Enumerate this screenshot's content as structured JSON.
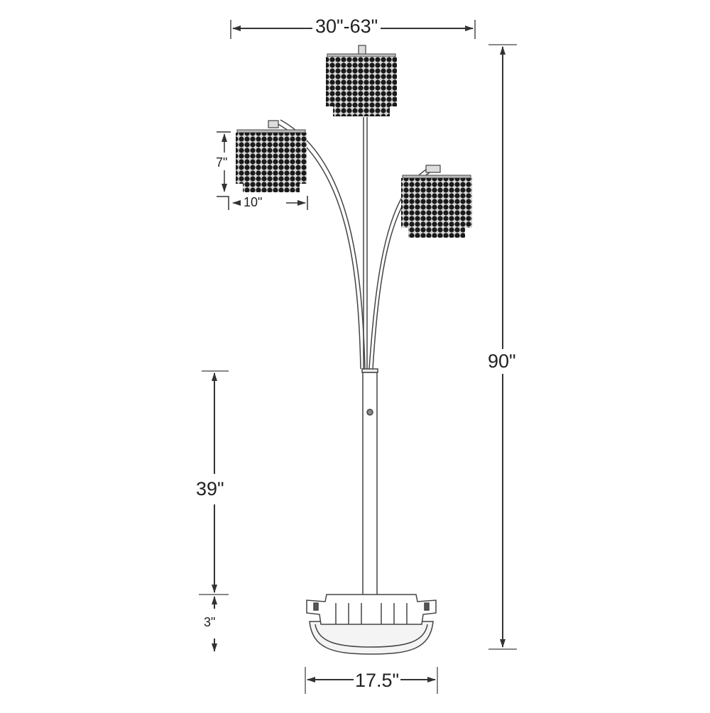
{
  "diagram": {
    "subject": "3-light arc floor lamp with crystal-bead drum shades",
    "line_color": "#333333",
    "shade_bead_color": "#1a1a1a",
    "background": "#ffffff",
    "dimensions": {
      "overall_width": "30\"-63\"",
      "overall_height": "90\"",
      "shade_height": "7\"",
      "shade_width": "10\"",
      "switch_height": "39\"",
      "base_height": "3\"",
      "base_width": "17.5\""
    },
    "components": [
      {
        "id": "center-shade",
        "label": "Center crystal shade"
      },
      {
        "id": "left-shade",
        "label": "Left arc crystal shade"
      },
      {
        "id": "right-shade",
        "label": "Right arc crystal shade"
      },
      {
        "id": "arc-arms",
        "label": "Three curved arms"
      },
      {
        "id": "pole",
        "label": "Main pole with switch"
      },
      {
        "id": "base",
        "label": "Weighted base"
      }
    ]
  }
}
